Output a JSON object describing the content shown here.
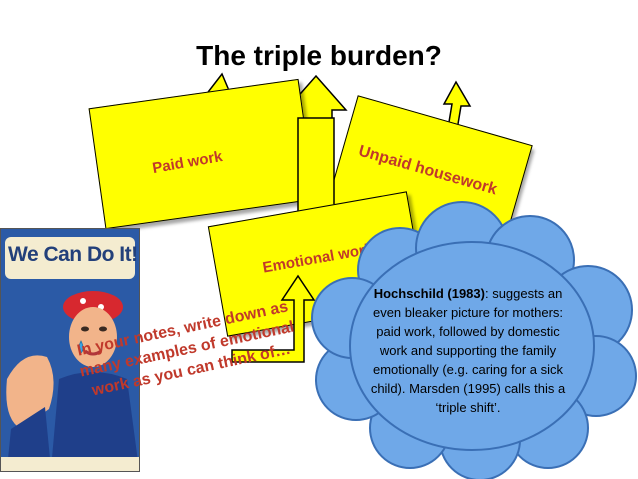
{
  "slide": {
    "title": "The triple burden?"
  },
  "boxes": {
    "paid": "Paid work",
    "unpaid": "Unpaid housework",
    "emotional": "Emotional work"
  },
  "poster": {
    "slogan": "We Can Do It!"
  },
  "prompt": {
    "text": "In your notes, write down as many examples of emotional work as you can think of…"
  },
  "cloud": {
    "source": "Hochschild (1983)",
    "text": ": suggests an even bleaker picture for mothers: paid work, followed by domestic work and supporting the family emotionally (e.g. caring for a sick child). Marsden (1995) calls this a ‘triple shift’."
  },
  "colors": {
    "box_fill": "#ffff00",
    "label_red": "#c0392b",
    "cloud_fill": "#6fa8e8"
  }
}
